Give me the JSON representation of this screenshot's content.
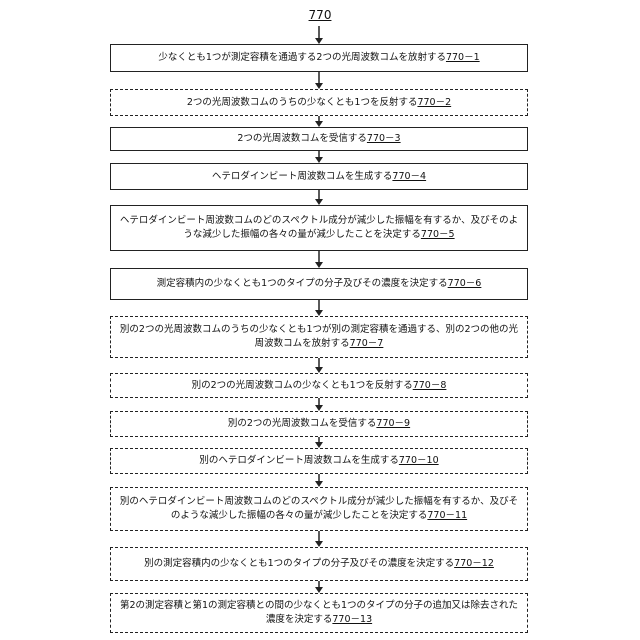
{
  "figure": {
    "number": "770",
    "steps": [
      {
        "text": "少なくとも1つが測定容積を通過する2つの光周波数コムを放射する",
        "ref": "770－1",
        "optional": false
      },
      {
        "text": "2つの光周波数コムのうちの少なくとも1つを反射する",
        "ref": "770－2",
        "optional": true
      },
      {
        "text": "2つの光周波数コムを受信する",
        "ref": "770－3",
        "optional": false
      },
      {
        "text": "ヘテロダインビート周波数コムを生成する",
        "ref": "770－4",
        "optional": false
      },
      {
        "text": "ヘテロダインビート周波数コムのどのスペクトル成分が減少した振幅を有するか、及びそのような減少した振幅の各々の量が減少したことを決定する",
        "ref": "770－5",
        "optional": false
      },
      {
        "text": "測定容積内の少なくとも1つのタイプの分子及びその濃度を決定する",
        "ref": "770－6",
        "optional": false
      },
      {
        "text": "別の2つの光周波数コムのうちの少なくとも1つが別の測定容積を通過する、別の2つの他の光周波数コムを放射する",
        "ref": "770－7",
        "optional": true
      },
      {
        "text": "別の2つの光周波数コムの少なくとも1つを反射する",
        "ref": "770－8",
        "optional": true
      },
      {
        "text": "別の2つの光周波数コムを受信する",
        "ref": "770－9",
        "optional": true
      },
      {
        "text": "別のヘテロダインビート周波数コムを生成する",
        "ref": "770－10",
        "optional": true
      },
      {
        "text": "別のヘテロダインビート周波数コムのどのスペクトル成分が減少した振幅を有するか、及びそのような減少した振幅の各々の量が減少したことを決定する",
        "ref": "770－11",
        "optional": true
      },
      {
        "text": "別の測定容積内の少なくとも1つのタイプの分子及びその濃度を決定する",
        "ref": "770－12",
        "optional": true
      },
      {
        "text": "第2の測定容積と第1の測定容積との間の少なくとも1つのタイプの分子の追加又は除去された濃度を決定する",
        "ref": "770－13",
        "optional": true
      }
    ]
  }
}
